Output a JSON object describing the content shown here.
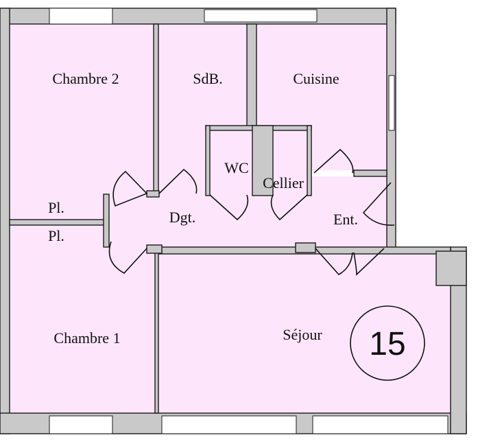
{
  "plan": {
    "unit_number": "15",
    "rooms": {
      "chambre2": "Chambre 2",
      "sdb": "SdB.",
      "cuisine": "Cuisine",
      "wc": "WC",
      "cellier": "Cellier",
      "dgt": "Dgt.",
      "ent": "Ent.",
      "pl_upper": "Pl.",
      "pl_lower": "Pl.",
      "chambre1": "Chambre 1",
      "sejour": "Séjour"
    }
  },
  "colors": {
    "room_fill": "#fde6fc",
    "wall_fill": "#c9c9c9",
    "line": "#1a1a1a"
  }
}
